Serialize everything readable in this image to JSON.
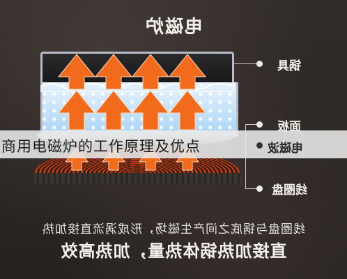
{
  "diagram": {
    "title": "电磁炉",
    "labels": {
      "pot": "锅具",
      "panel": "面板",
      "wave": "电磁波",
      "coil": "线圈盘"
    },
    "description_line1": "线圈盘与锅底之间产生磁场，形成涡流直接加热",
    "description_line2": "直接加热锅体热量，加热高效"
  },
  "caption": {
    "text": "商用电磁炉的工作原理及优点"
  },
  "colors": {
    "arrow": "#f26a1b",
    "background": "#2b2624",
    "water": "#bfe0fb",
    "coil": "#c23a12"
  }
}
